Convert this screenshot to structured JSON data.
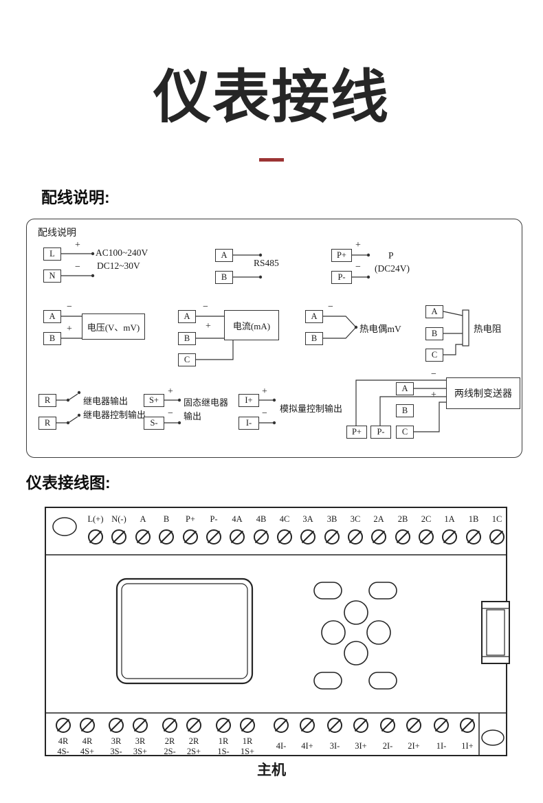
{
  "colors": {
    "accent_dash": "#9c3434",
    "ink": "#262626"
  },
  "page": {
    "title": "仪表接线",
    "wiring_heading": "配线说明:",
    "diagram_heading": "仪表接线图:",
    "device_caption": "主机"
  },
  "wiring": {
    "box_label": "配线说明",
    "plus": "+",
    "minus": "−",
    "power": {
      "t1": "L",
      "t2": "N",
      "line1": "AC100~240V",
      "line2": "DC12~30V"
    },
    "rs485": {
      "t1": "A",
      "t2": "B",
      "label": "RS485"
    },
    "dc24": {
      "t1": "P+",
      "t2": "P-",
      "label1": "P",
      "label2": "(DC24V)"
    },
    "voltage": {
      "t1": "A",
      "t2": "B",
      "label": "电压(V、mV)"
    },
    "current": {
      "t1": "A",
      "t2": "B",
      "t3": "C",
      "label": "电流(mA)"
    },
    "thermocouple": {
      "t1": "A",
      "t2": "B",
      "label": "热电偶mV"
    },
    "rtd": {
      "t1": "A",
      "t2": "B",
      "t3": "C",
      "label": "热电阻"
    },
    "relay": {
      "t1": "R",
      "t2": "R",
      "label1": "继电器输出",
      "label2": "继电器控制输出"
    },
    "ssr": {
      "t1": "S+",
      "t2": "S-",
      "label1": "固态继电器",
      "label2": "输出"
    },
    "analog": {
      "t1": "I+",
      "t2": "I-",
      "label": "模拟量控制输出"
    },
    "transmitter": {
      "tA": "A",
      "tB": "B",
      "tC": "C",
      "tP1": "P+",
      "tP2": "P-",
      "label": "两线制变送器"
    }
  },
  "device": {
    "top_terminals": [
      "L(+)",
      "N(-)",
      "A",
      "B",
      "P+",
      "P-",
      "4A",
      "4B",
      "4C",
      "3A",
      "3B",
      "3C",
      "2A",
      "2B",
      "2C",
      "1A",
      "1B",
      "1C"
    ],
    "bottom_relay_terminals": [
      [
        "4R",
        "4S-"
      ],
      [
        "4R",
        "4S+"
      ],
      [
        "3R",
        "3S-"
      ],
      [
        "3R",
        "3S+"
      ],
      [
        "2R",
        "2S-"
      ],
      [
        "2R",
        "2S+"
      ],
      [
        "1R",
        "1S-"
      ],
      [
        "1R",
        "1S+"
      ]
    ],
    "bottom_current_terminals": [
      "4I-",
      "4I+",
      "3I-",
      "3I+",
      "2I-",
      "2I+",
      "1I-",
      "1I+"
    ]
  }
}
